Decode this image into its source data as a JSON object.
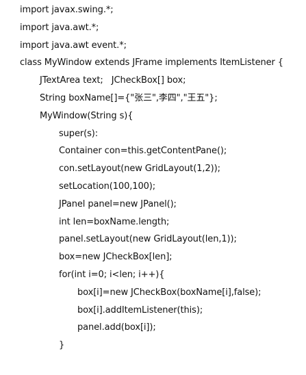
{
  "code": {
    "lines": [
      "import javax.swing.*;",
      "import java.awt.*;",
      "import java.awt event.*;",
      "class MyWindow extends JFrame implements ItemListener {",
      "JTextArea text;   JCheckBox[] box;",
      "String boxName[]={\"张三\",李四\",\"王五\"};",
      "MyWindow(String s){",
      "super(s):",
      "Container con=this.getContentPane();",
      "con.setLayout(new GridLayout(1,2));",
      "setLocation(100,100);",
      "JPanel panel=new JPanel();",
      "int len=boxName.length;",
      "panel.setLayout(new GridLayout(len,1));",
      "box=new JCheckBox[len];",
      "for(int i=0; i<len; i++){",
      "box[i]=new JCheckBox(boxName[i],false);",
      "box[i].addItemListener(this);",
      "panel.add(box[i]);",
      "}"
    ]
  }
}
